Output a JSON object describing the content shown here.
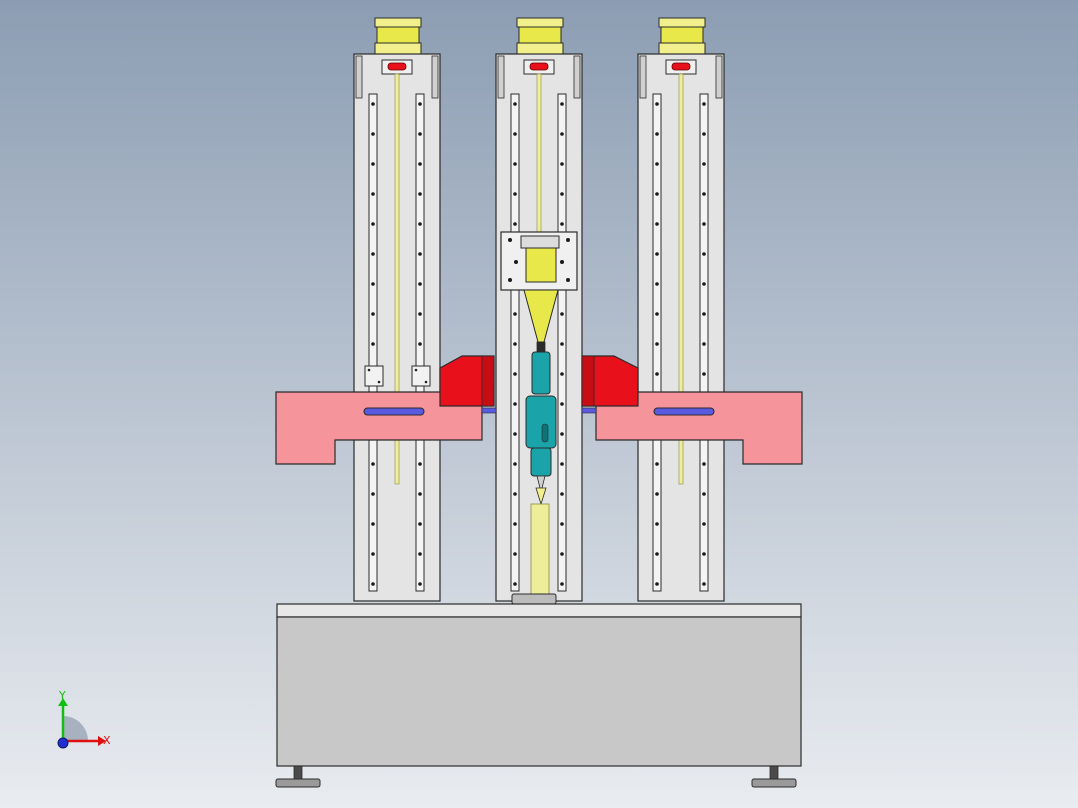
{
  "viewport": {
    "type": "cad-3d-view",
    "background_top": "#8c9db3",
    "background_bottom": "#e9ecf0"
  },
  "colors": {
    "frame": "#e4e4e4",
    "frame_edge": "#2b2b2b",
    "base_body": "#c8c8c8",
    "base_top": "#e8e8e8",
    "yellow": "#e8e84a",
    "yellow_light": "#f2f08c",
    "pink": "#f5949a",
    "red": "#e8101a",
    "teal": "#1aa3a8",
    "blue_slot": "#5a5ae0",
    "rod": "#eeee9a"
  },
  "columns": [
    "left-column",
    "center-column",
    "right-column"
  ],
  "assembly": {
    "arms": [
      "left-pink-arm",
      "right-pink-arm"
    ],
    "motors": [
      "left-red-motor",
      "right-red-motor"
    ],
    "tooling": [
      "spindle-cone",
      "teal-tool-holder",
      "yellow-ram"
    ],
    "feet": [
      "left-foot",
      "right-foot"
    ]
  },
  "triad": {
    "x_label": "X",
    "y_label": "Y",
    "x_color": "#e01010",
    "y_color": "#10c010",
    "z_color": "#2030d0"
  }
}
